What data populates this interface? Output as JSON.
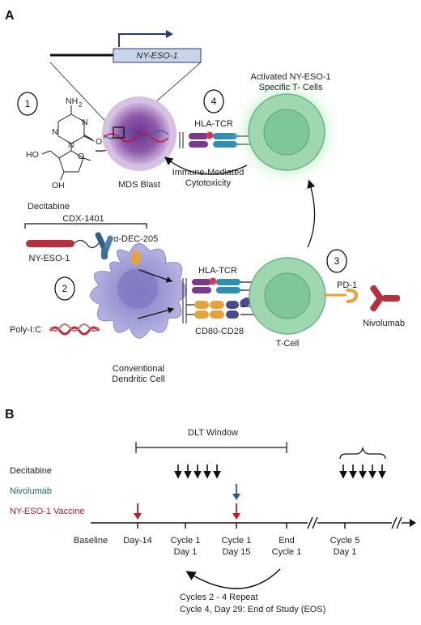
{
  "panel_a": {
    "panel_label": "A",
    "gene_label": "NY-ESO-1",
    "step_numbers": [
      "1",
      "2",
      "3",
      "4"
    ],
    "decitabine": {
      "label": "Decitabine",
      "nh2": "NH",
      "nh2_sub": "2",
      "ho": "HO",
      "oh": "OH",
      "o_ring": "O",
      "o_carbonyl": "O",
      "n_labels": [
        "N",
        "N",
        "N"
      ]
    },
    "mds_blast": "MDS Blast",
    "hla_tcr_top": "HLA-TCR",
    "activated_cells": [
      "Activated NY-ESO-1",
      "Specific T- Cells"
    ],
    "cytotoxicity": [
      "Immune-Mediated",
      "Cytotoxicity"
    ],
    "cdx": "CDX-1401",
    "ny_eso_protein": "NY-ESO-1",
    "alpha_dec": "α-DEC-205",
    "poly_ic": "Poly-I:C",
    "dendritic": [
      "Conventional",
      "Dendritic Cell"
    ],
    "hla_tcr_bottom": "HLA-TCR",
    "cd80": "CD80-CD28",
    "tcell": "T-Cell",
    "pd1": "PD-1",
    "nivolumab": "Nivolumab"
  },
  "panel_b": {
    "panel_label": "B",
    "dlt_window": "DLT Window",
    "rows": [
      {
        "name": "Decitabine",
        "color": "#111111"
      },
      {
        "name": "Nivolumab",
        "color": "#1f5f8b"
      },
      {
        "name": "NY-ESO-1 Vaccine",
        "color": "#c0172c"
      }
    ],
    "timepoints": [
      {
        "line1": "Baseline",
        "line2": ""
      },
      {
        "line1": "Day-14",
        "line2": ""
      },
      {
        "line1": "Cycle 1",
        "line2": "Day 1"
      },
      {
        "line1": "Cycle 1",
        "line2": "Day 15"
      },
      {
        "line1": "End",
        "line2": "Cycle 1"
      },
      {
        "line1": "Cycle 5",
        "line2": "Day 1"
      }
    ],
    "repeat_note": "Cycles 2 - 4 Repeat",
    "eos_note": "Cycle 4, Day 29: End of Study (EOS)"
  },
  "colors": {
    "mds_purple": "#8e5ba8",
    "green_cell": "#8fcfa3",
    "dendritic": "#a3a0d8",
    "vaccine_red": "#c0172c",
    "nivolumab_blue": "#1f5f8b",
    "antibody_red": "#b3323e"
  }
}
